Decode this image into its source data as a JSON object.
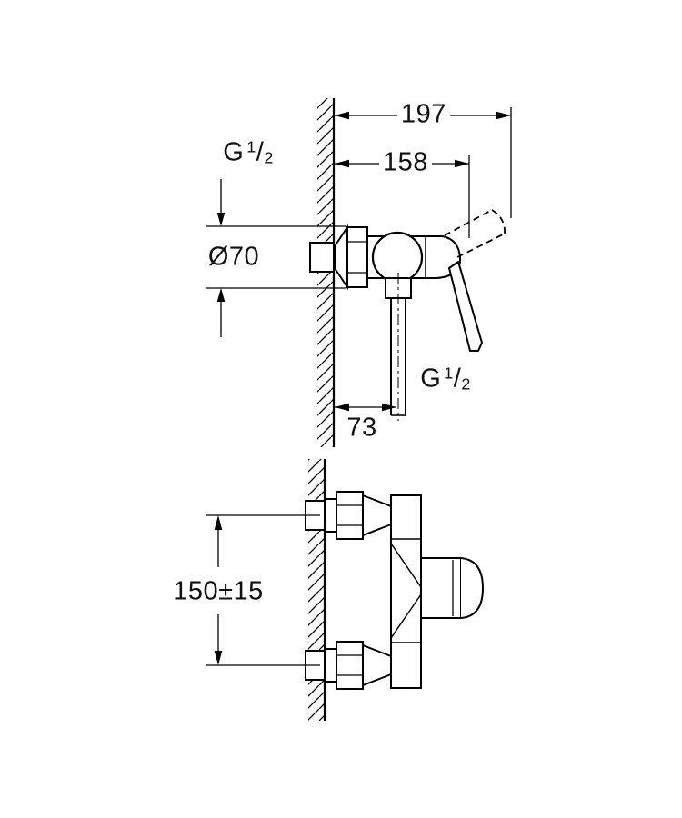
{
  "page": {
    "background": "#ffffff",
    "line_color": "#000000",
    "text_color": "#111111"
  },
  "labels": {
    "overall_depth": "197",
    "body_depth": "158",
    "outlet_offset": "73",
    "inlet_spacing": "150±15",
    "escutcheon_diameter": "Ø70",
    "inlet_thread": {
      "prefix": "G",
      "numerator": "1",
      "slash": "/",
      "denominator": "2"
    },
    "outlet_thread": {
      "prefix": "G",
      "numerator": "1",
      "slash": "/",
      "denominator": "2"
    }
  }
}
